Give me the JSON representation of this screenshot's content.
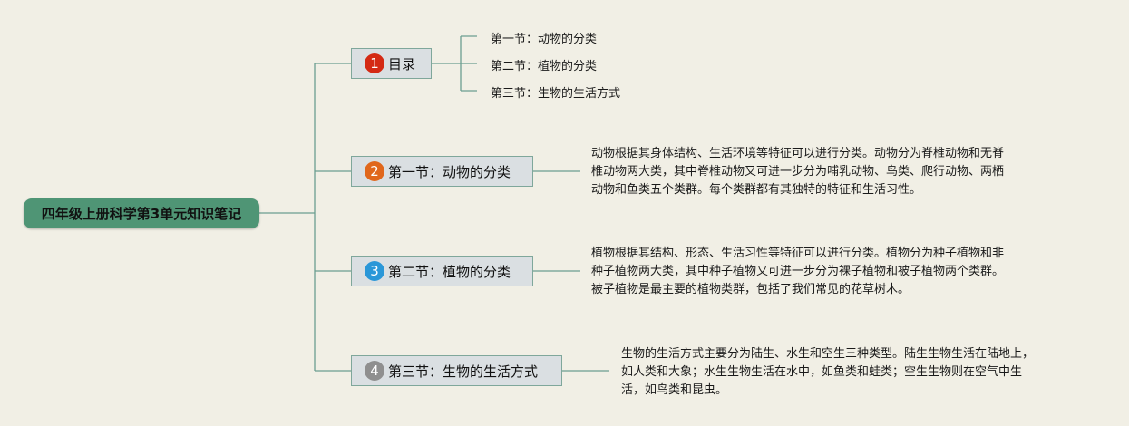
{
  "root": {
    "title": "四年级上册科学第3单元知识笔记"
  },
  "branches": [
    {
      "number": "1",
      "label": "目录",
      "color": "#d42a14"
    },
    {
      "number": "2",
      "label": "第一节：动物的分类",
      "color": "#e0671c"
    },
    {
      "number": "3",
      "label": "第二节：植物的分类",
      "color": "#2a97d8"
    },
    {
      "number": "4",
      "label": "第三节：生物的生活方式",
      "color": "#8f8f8f"
    }
  ],
  "toc_items": [
    "第一节：动物的分类",
    "第二节：植物的分类",
    "第三节：生物的生活方式"
  ],
  "notes": [
    "动物根据其身体结构、生活环境等特征可以进行分类。动物分为脊椎动物和无脊\n椎动物两大类，其中脊椎动物又可进一步分为哺乳动物、鸟类、爬行动物、两栖\n动物和鱼类五个类群。每个类群都有其独特的特征和生活习性。",
    "植物根据其结构、形态、生活习性等特征可以进行分类。植物分为种子植物和非\n种子植物两大类，其中种子植物又可进一步分为裸子植物和被子植物两个类群。\n被子植物是最主要的植物类群，包括了我们常见的花草树木。",
    "生物的生活方式主要分为陆生、水生和空生三种类型。陆生生物生活在陆地上，\n如人类和大象；水生生物生活在水中，如鱼类和蛙类；空生生物则在空气中生\n活，如鸟类和昆虫。"
  ],
  "colors": {
    "background": "#f1efe5",
    "root_fill": "#4f9575",
    "line": "#6b9e90",
    "branch_fill": "#dadfe2"
  }
}
